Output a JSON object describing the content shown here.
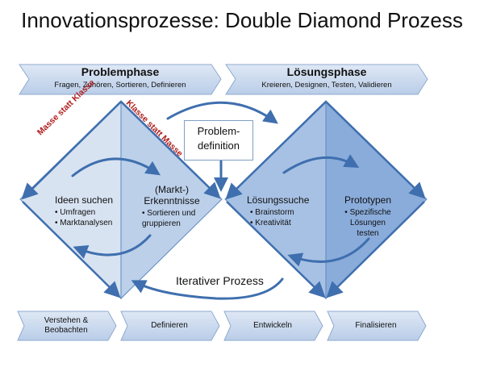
{
  "title": "Innovationsprozesse: Double Diamond Prozess",
  "phases": [
    {
      "title": "Problemphase",
      "subtitle": "Fragen, Zuhören, Sortieren, Definieren"
    },
    {
      "title": "Lösungsphase",
      "subtitle": "Kreieren, Designen, Testen, Validieren"
    }
  ],
  "annotations": {
    "left": "Masse statt Klasse",
    "right": "Klasse statt Masse"
  },
  "problem_definition": {
    "line1": "Problem-",
    "line2": "definition"
  },
  "quadrants": [
    {
      "heading": "Ideen suchen",
      "heading2": "",
      "bullets": [
        "Umfragen",
        "Marktanalysen"
      ]
    },
    {
      "heading": "(Markt-)",
      "heading2": "Erkenntnisse",
      "bullets": [
        "Sortieren und gruppieren"
      ]
    },
    {
      "heading": "Lösungssuche",
      "heading2": "",
      "bullets": [
        "Brainstorm",
        "Kreativität"
      ]
    },
    {
      "heading": "Prototypen",
      "heading2": "",
      "bullets": [
        "Spezifische Lösungen testen"
      ]
    }
  ],
  "iterative_label": "Iterativer Prozess",
  "steps": [
    {
      "line1": "Verstehen &",
      "line2": "Beobachten"
    },
    {
      "line1": "Definieren",
      "line2": ""
    },
    {
      "line1": "Entwickeln",
      "line2": ""
    },
    {
      "line1": "Finalisieren",
      "line2": ""
    }
  ],
  "colors": {
    "chevron_fill": "#c5d6ec",
    "chevron_border": "#8eaad0",
    "diamond1_left": "#d8e3f2",
    "diamond1_right": "#bcd0ea",
    "diamond2_left": "#a7c1e4",
    "diamond2_right": "#8aacdb",
    "arrow": "#3f6fae",
    "red": "#b01e1e"
  }
}
